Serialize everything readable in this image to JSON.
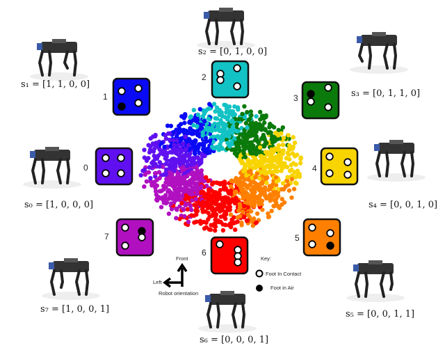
{
  "dice": [
    {
      "id": "0",
      "color": "#6010f0",
      "state": "s₀ = [1, 0, 0, 0]",
      "air": []
    },
    {
      "id": "1",
      "color": "#0a0af5",
      "state": "s₁ = [1, 1, 0, 0]",
      "air": [
        2
      ]
    },
    {
      "id": "2",
      "color": "#12c2c4",
      "state": "s₂ = [0, 1, 0, 0]",
      "air": []
    },
    {
      "id": "3",
      "color": "#0a7a0a",
      "state": "s₃ = [0, 1, 1, 0]",
      "air": [
        0
      ]
    },
    {
      "id": "4",
      "color": "#f8d400",
      "state": "s₄ = [0, 0, 1, 0]",
      "air": []
    },
    {
      "id": "5",
      "color": "#ff8000",
      "state": "s₅ = [0, 0, 1, 1]",
      "air": [
        3
      ]
    },
    {
      "id": "6",
      "color": "#ff0000",
      "state": "s₆ = [0, 0, 0, 1]",
      "air": []
    },
    {
      "id": "7",
      "color": "#b010c0",
      "state": "s₇ = [1, 0, 0, 1]",
      "air": [
        1
      ]
    }
  ],
  "orientation": {
    "front": "Front",
    "left": "Left",
    "caption": "Robot orientation"
  },
  "key": {
    "title": "Key:",
    "contact": "Foot In Contact",
    "air": "Foot in Air"
  }
}
